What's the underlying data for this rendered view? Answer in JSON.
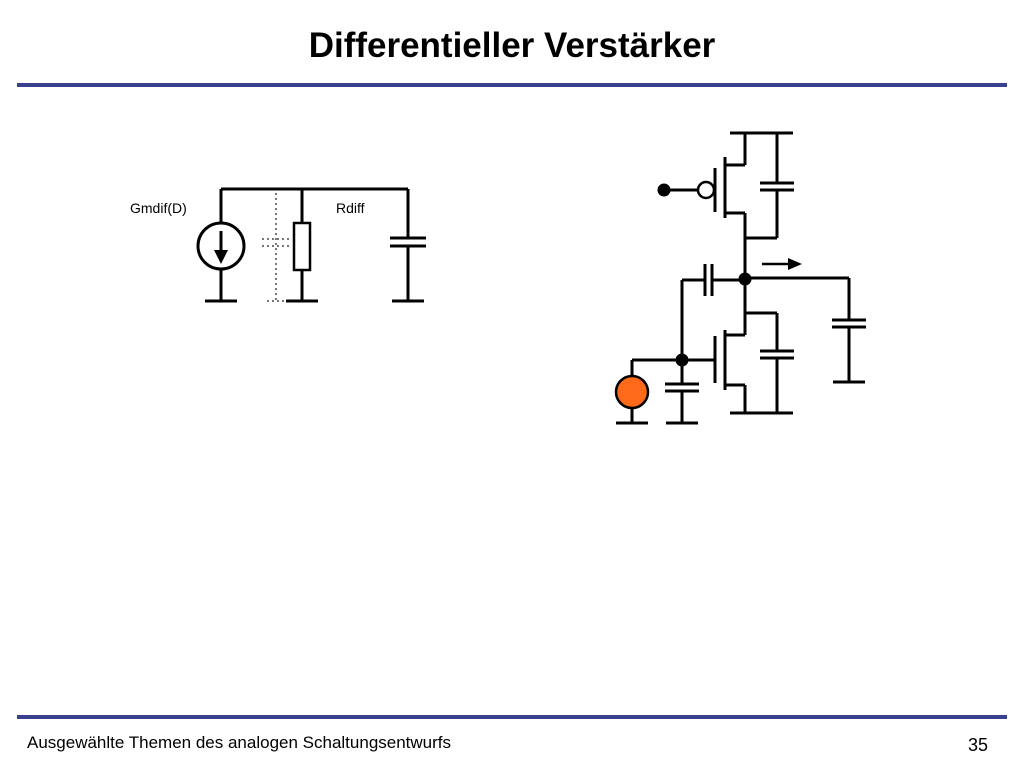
{
  "slide": {
    "title": "Differentieller Verstärker",
    "footer": "Ausgewählte Themen des analogen Schaltungsentwurfs",
    "page_number": "35"
  },
  "diagram": {
    "label_current_source": "Gmdif(D)",
    "label_resistor": "Rdiff"
  },
  "colors": {
    "rule": "#3b3f8f",
    "wire": "#000000",
    "input_source": "#ff6a1a",
    "dotted": "#777777"
  }
}
